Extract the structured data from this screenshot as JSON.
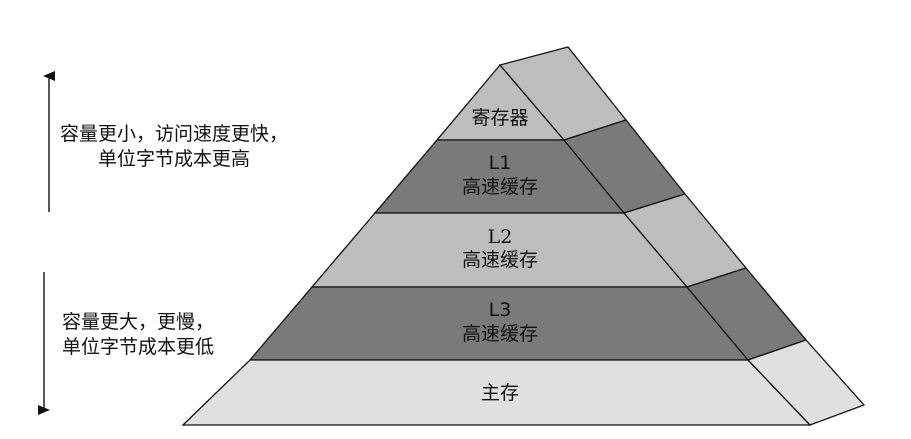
{
  "up_note": {
    "line1": "容量更小，访问速度更快，",
    "line2": "单位字节成本更高"
  },
  "down_note": {
    "line1": "容量更大，更慢，",
    "line2": "单位字节成本更低"
  },
  "levels": [
    {
      "name": "寄存器",
      "lines": [
        "寄存器"
      ],
      "shade": "#bdbdbd"
    },
    {
      "name": "L1 高速缓存",
      "lines": [
        "L1",
        "高速缓存"
      ],
      "shade": "#7a7a7a"
    },
    {
      "name": "L2 高速缓存",
      "lines": [
        "L2",
        "高速缓存"
      ],
      "shade": "#bdbdbd"
    },
    {
      "name": "L3 高速缓存",
      "lines": [
        "L3",
        "高速缓存"
      ],
      "shade": "#7a7a7a"
    },
    {
      "name": "主存",
      "lines": [
        "主存"
      ],
      "shade": "#e0e0e0"
    }
  ]
}
